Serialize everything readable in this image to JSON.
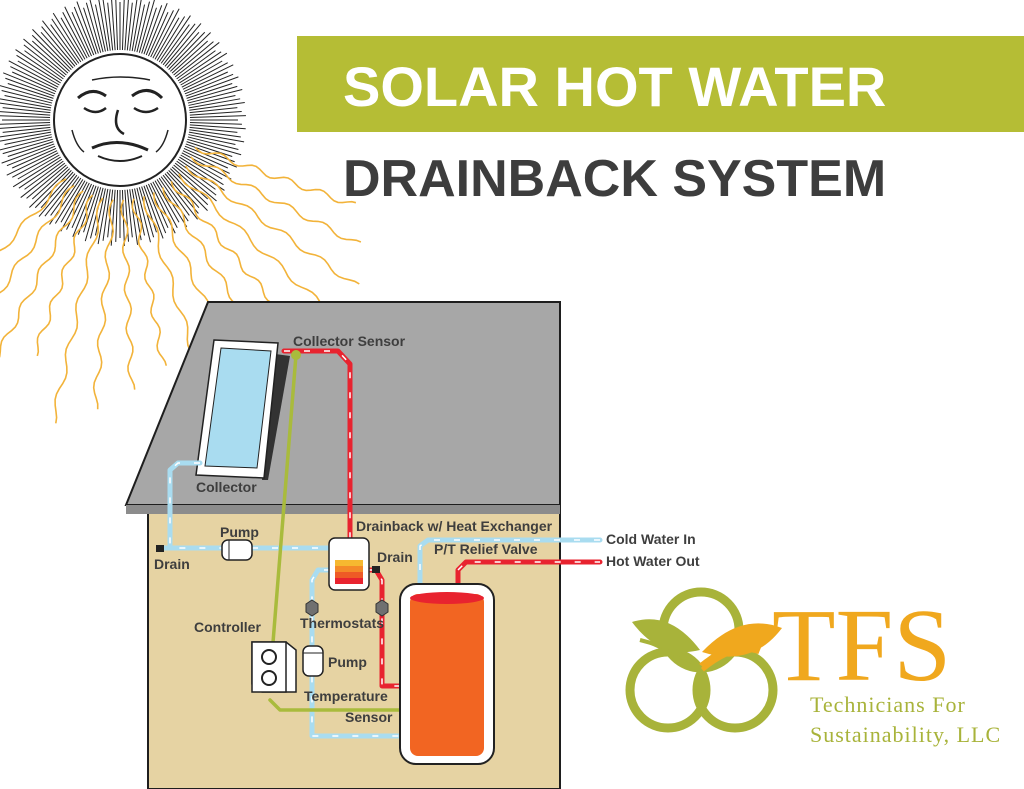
{
  "title": {
    "line1": "SOLAR HOT WATER",
    "line2": "DRAINBACK SYSTEM"
  },
  "labels": {
    "collector_sensor": "Collector Sensor",
    "collector": "Collector",
    "pump_upper": "Pump",
    "drain_left": "Drain",
    "drainback": "Drainback w/ Heat Exchanger",
    "drain_tank": "Drain",
    "pt_relief": "P/T Relief Valve",
    "cold_in": "Cold Water In",
    "hot_out": "Hot Water Out",
    "controller": "Controller",
    "thermostats": "Thermostats",
    "pump_lower": "Pump",
    "temp_sensor_1": "Temperature",
    "temp_sensor_2": "Sensor"
  },
  "logo": {
    "letters": "TFS",
    "line1": "Technicians For",
    "line2": "Sustainability, LLC"
  },
  "icons": {
    "sun": "sun-face-icon"
  },
  "colors": {
    "title_band": "#b5bd35",
    "title_dark": "#3d3d3d",
    "roof": "#a7a7a7",
    "wall": "#e6d3a3",
    "hot_pipe": "#e8232f",
    "cold_pipe": "#a9dcf0",
    "sensor_wire": "#a9bb3c",
    "tank": "#f26522",
    "logo_orange": "#f0a81e",
    "logo_green": "#a8b33a",
    "sun_rays": "#f2b33a"
  }
}
